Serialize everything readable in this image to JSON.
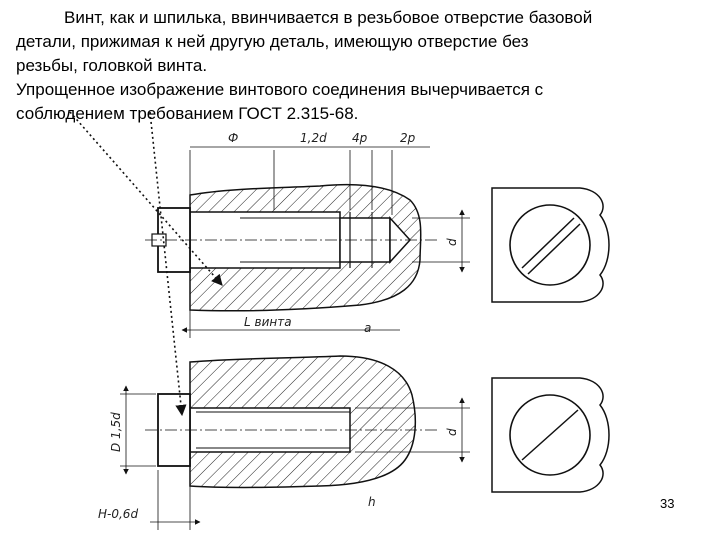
{
  "slide": {
    "paragraph_lines": [
      "Винт, как и шпилька, ввинчивается в резьбовое отверстие базовой",
      "детали, прижимая к ней другую деталь, имеющую отверстие без",
      "резьбы, головкой винта.",
      "Упрощенное изображение винтового соединения вычерчивается с",
      "соблюдением требованием ГОСТ 2.315-68."
    ],
    "page_number": "33"
  },
  "drawing": {
    "upper_view": {
      "dim_phi": "Ф",
      "dim_thread": "1,2d",
      "dim_4p": "4p",
      "dim_2p": "2p",
      "dim_d": "d",
      "dim_length": "L винта",
      "dim_a": "a"
    },
    "lower_view": {
      "dim_d": "d",
      "dim_head_dia": "D 1,5d",
      "dim_head_h": "H-0,6d",
      "dim_h": "h"
    }
  }
}
